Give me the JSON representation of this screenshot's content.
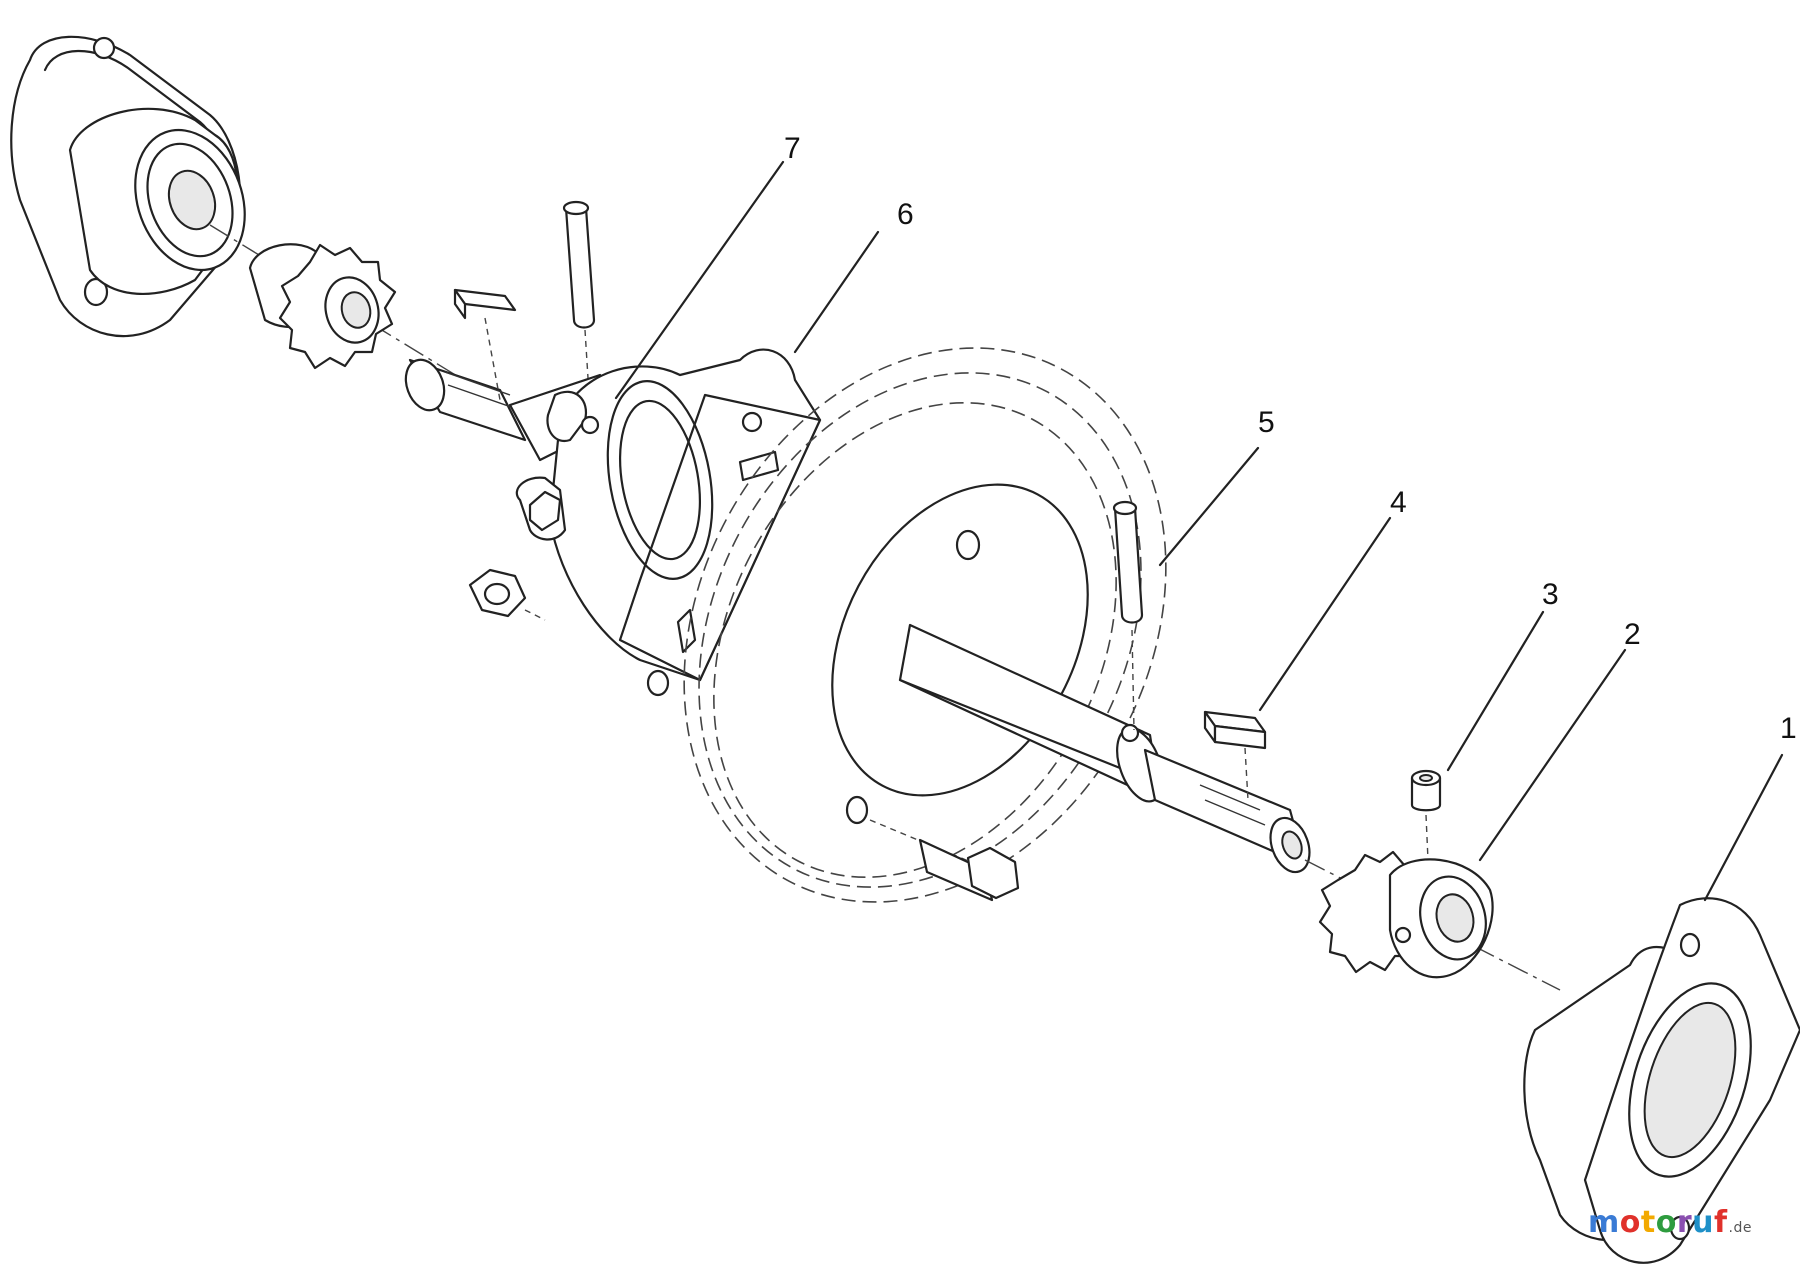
{
  "diagram": {
    "callouts": [
      "1",
      "2",
      "3",
      "4",
      "5",
      "6",
      "7"
    ]
  },
  "watermark": {
    "text": "motoruf",
    "tld": ".de",
    "letter_colors": [
      "#3a7bd5",
      "#e0312b",
      "#f2a900",
      "#2e9c3f",
      "#8a4fb0",
      "#1e90c8",
      "#e0312b"
    ]
  }
}
